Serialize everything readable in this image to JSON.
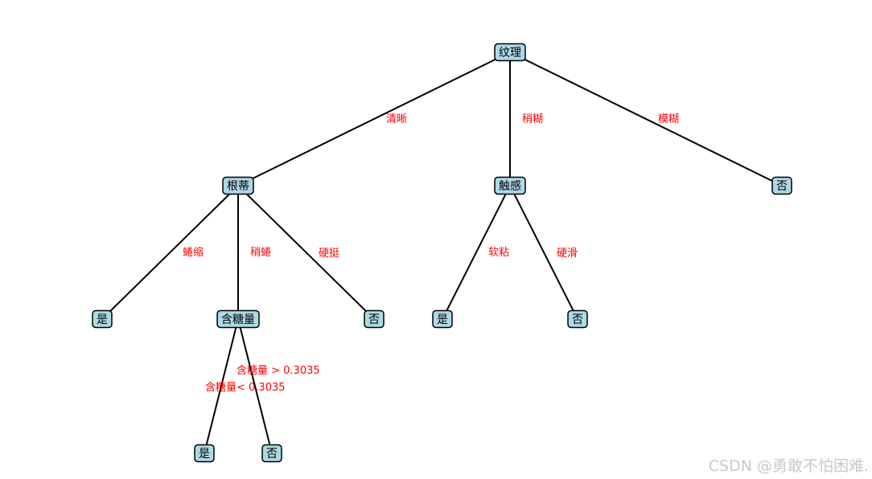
{
  "tree": {
    "nodes": [
      {
        "id": "root",
        "label": "纹理"
      },
      {
        "id": "gendi",
        "label": "根蒂"
      },
      {
        "id": "chugan",
        "label": "触感"
      },
      {
        "id": "no1",
        "label": "否"
      },
      {
        "id": "yes1",
        "label": "是"
      },
      {
        "id": "sugar",
        "label": "含糖量"
      },
      {
        "id": "no2",
        "label": "否"
      },
      {
        "id": "yes2",
        "label": "是"
      },
      {
        "id": "no3",
        "label": "否"
      },
      {
        "id": "yes3",
        "label": "是"
      },
      {
        "id": "no4",
        "label": "否"
      }
    ],
    "edges": [
      {
        "from": "root",
        "to": "gendi",
        "label": "清晰"
      },
      {
        "from": "root",
        "to": "chugan",
        "label": "稍糊"
      },
      {
        "from": "root",
        "to": "no1",
        "label": "模糊"
      },
      {
        "from": "gendi",
        "to": "yes1",
        "label": "蜷缩"
      },
      {
        "from": "gendi",
        "to": "sugar",
        "label": "稍蜷"
      },
      {
        "from": "gendi",
        "to": "no2",
        "label": "硬挺"
      },
      {
        "from": "chugan",
        "to": "yes2",
        "label": "软粘"
      },
      {
        "from": "chugan",
        "to": "no3",
        "label": "硬滑"
      },
      {
        "from": "sugar",
        "to": "yes3",
        "label": "含糖量< 0.3035"
      },
      {
        "from": "sugar",
        "to": "no4",
        "label": "含糖量 > 0.3035"
      }
    ]
  },
  "watermark": "CSDN @勇敢不怕困难."
}
